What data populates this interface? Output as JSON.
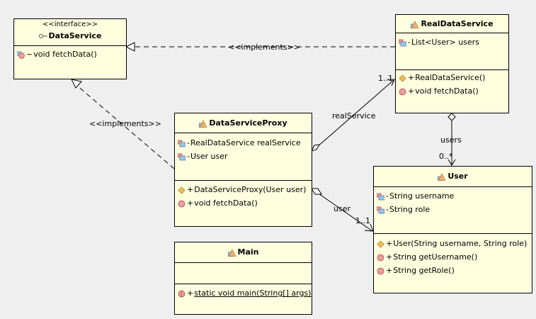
{
  "classes": {
    "data_service": {
      "stereotype": "<<interface>>",
      "name": "DataService",
      "operations": [
        {
          "visibility": "~",
          "signature": "void fetchData()"
        }
      ]
    },
    "real_data_service": {
      "name": "RealDataService",
      "attributes": [
        {
          "visibility": "-",
          "signature": "List<User> users"
        }
      ],
      "operations": [
        {
          "visibility": "+",
          "signature": "RealDataService()"
        },
        {
          "visibility": "+",
          "signature": "void fetchData()"
        }
      ]
    },
    "data_service_proxy": {
      "name": "DataServiceProxy",
      "attributes": [
        {
          "visibility": "-",
          "signature": "RealDataService realService"
        },
        {
          "visibility": "-",
          "signature": "User user"
        }
      ],
      "operations": [
        {
          "visibility": "+",
          "signature": "DataServiceProxy(User user)"
        },
        {
          "visibility": "+",
          "signature": "void fetchData()"
        }
      ]
    },
    "user": {
      "name": "User",
      "attributes": [
        {
          "visibility": "-",
          "signature": "String username"
        },
        {
          "visibility": "-",
          "signature": "String role"
        }
      ],
      "operations": [
        {
          "visibility": "+",
          "signature": "User(String username, String role)"
        },
        {
          "visibility": "+",
          "signature": "String getUsername()"
        },
        {
          "visibility": "+",
          "signature": "String getRole()"
        }
      ]
    },
    "main": {
      "name": "Main",
      "operations": [
        {
          "visibility": "+",
          "signature": "static void main(String[] args)"
        }
      ]
    }
  },
  "relationships": {
    "real_implements_label": "<<implements>>",
    "proxy_implements_label": "<<implements>>",
    "real_service_role": "realService",
    "real_service_multiplicity": "1..1",
    "proxy_user_role": "user",
    "proxy_user_multiplicity": "1..1",
    "users_role": "users",
    "users_multiplicity": "0..*"
  },
  "colors": {
    "background": "#efefef",
    "class_fill": "#ffffe0",
    "operation_icon": "#e8a0a0",
    "attribute_icon": "#9fc4e6",
    "constructor_icon": "#f0c060"
  }
}
